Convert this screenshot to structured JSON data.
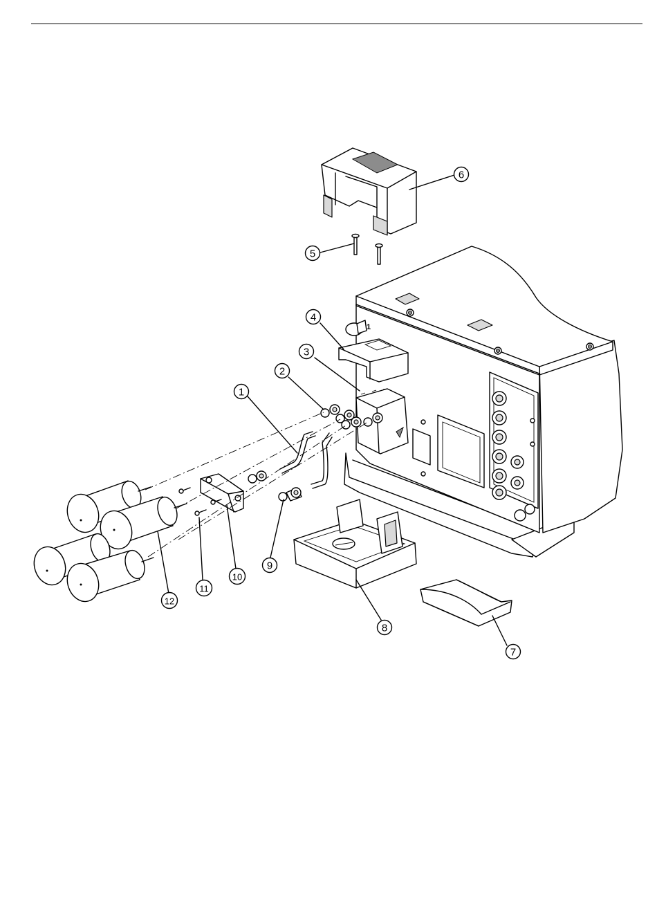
{
  "diagram": {
    "callouts": [
      {
        "id": "c1",
        "label": "1"
      },
      {
        "id": "c2",
        "label": "2"
      },
      {
        "id": "c3",
        "label": "3"
      },
      {
        "id": "c4",
        "label": "4"
      },
      {
        "id": "c5",
        "label": "5"
      },
      {
        "id": "c6",
        "label": "6"
      },
      {
        "id": "c7",
        "label": "7"
      },
      {
        "id": "c8",
        "label": "8"
      },
      {
        "id": "c9",
        "label": "9"
      },
      {
        "id": "c10",
        "label": "10"
      },
      {
        "id": "c11",
        "label": "11"
      },
      {
        "id": "c12",
        "label": "12"
      }
    ],
    "port_marker": "1"
  }
}
